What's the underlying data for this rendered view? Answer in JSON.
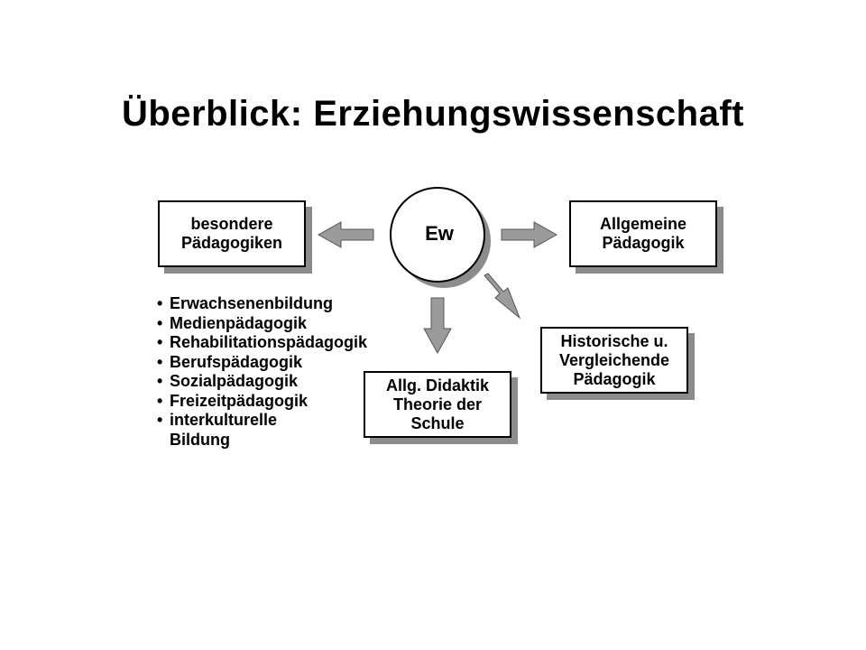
{
  "title": "Überblick: Erziehungswissenschaft",
  "center": {
    "label": "Ew"
  },
  "boxes": {
    "left": [
      "besondere",
      "Pädagogiken"
    ],
    "right": [
      "Allgemeine",
      "Pädagogik"
    ],
    "historical": [
      "Historische u.",
      "Vergleichende",
      "Pädagogik"
    ],
    "didactics": [
      "Allg. Didaktik",
      "Theorie der",
      "Schule"
    ]
  },
  "list": [
    "Erwachsenenbildung",
    "Medienpädagogik",
    "Rehabilitationspädagogik",
    "Berufspädagogik",
    "Sozialpädagogik",
    "Freizeitpädagogik",
    "interkulturelle",
    "Bildung"
  ],
  "colors": {
    "arrow": "#9b9b9b",
    "shadow": "#8c8c8c",
    "outline": "#000000"
  }
}
